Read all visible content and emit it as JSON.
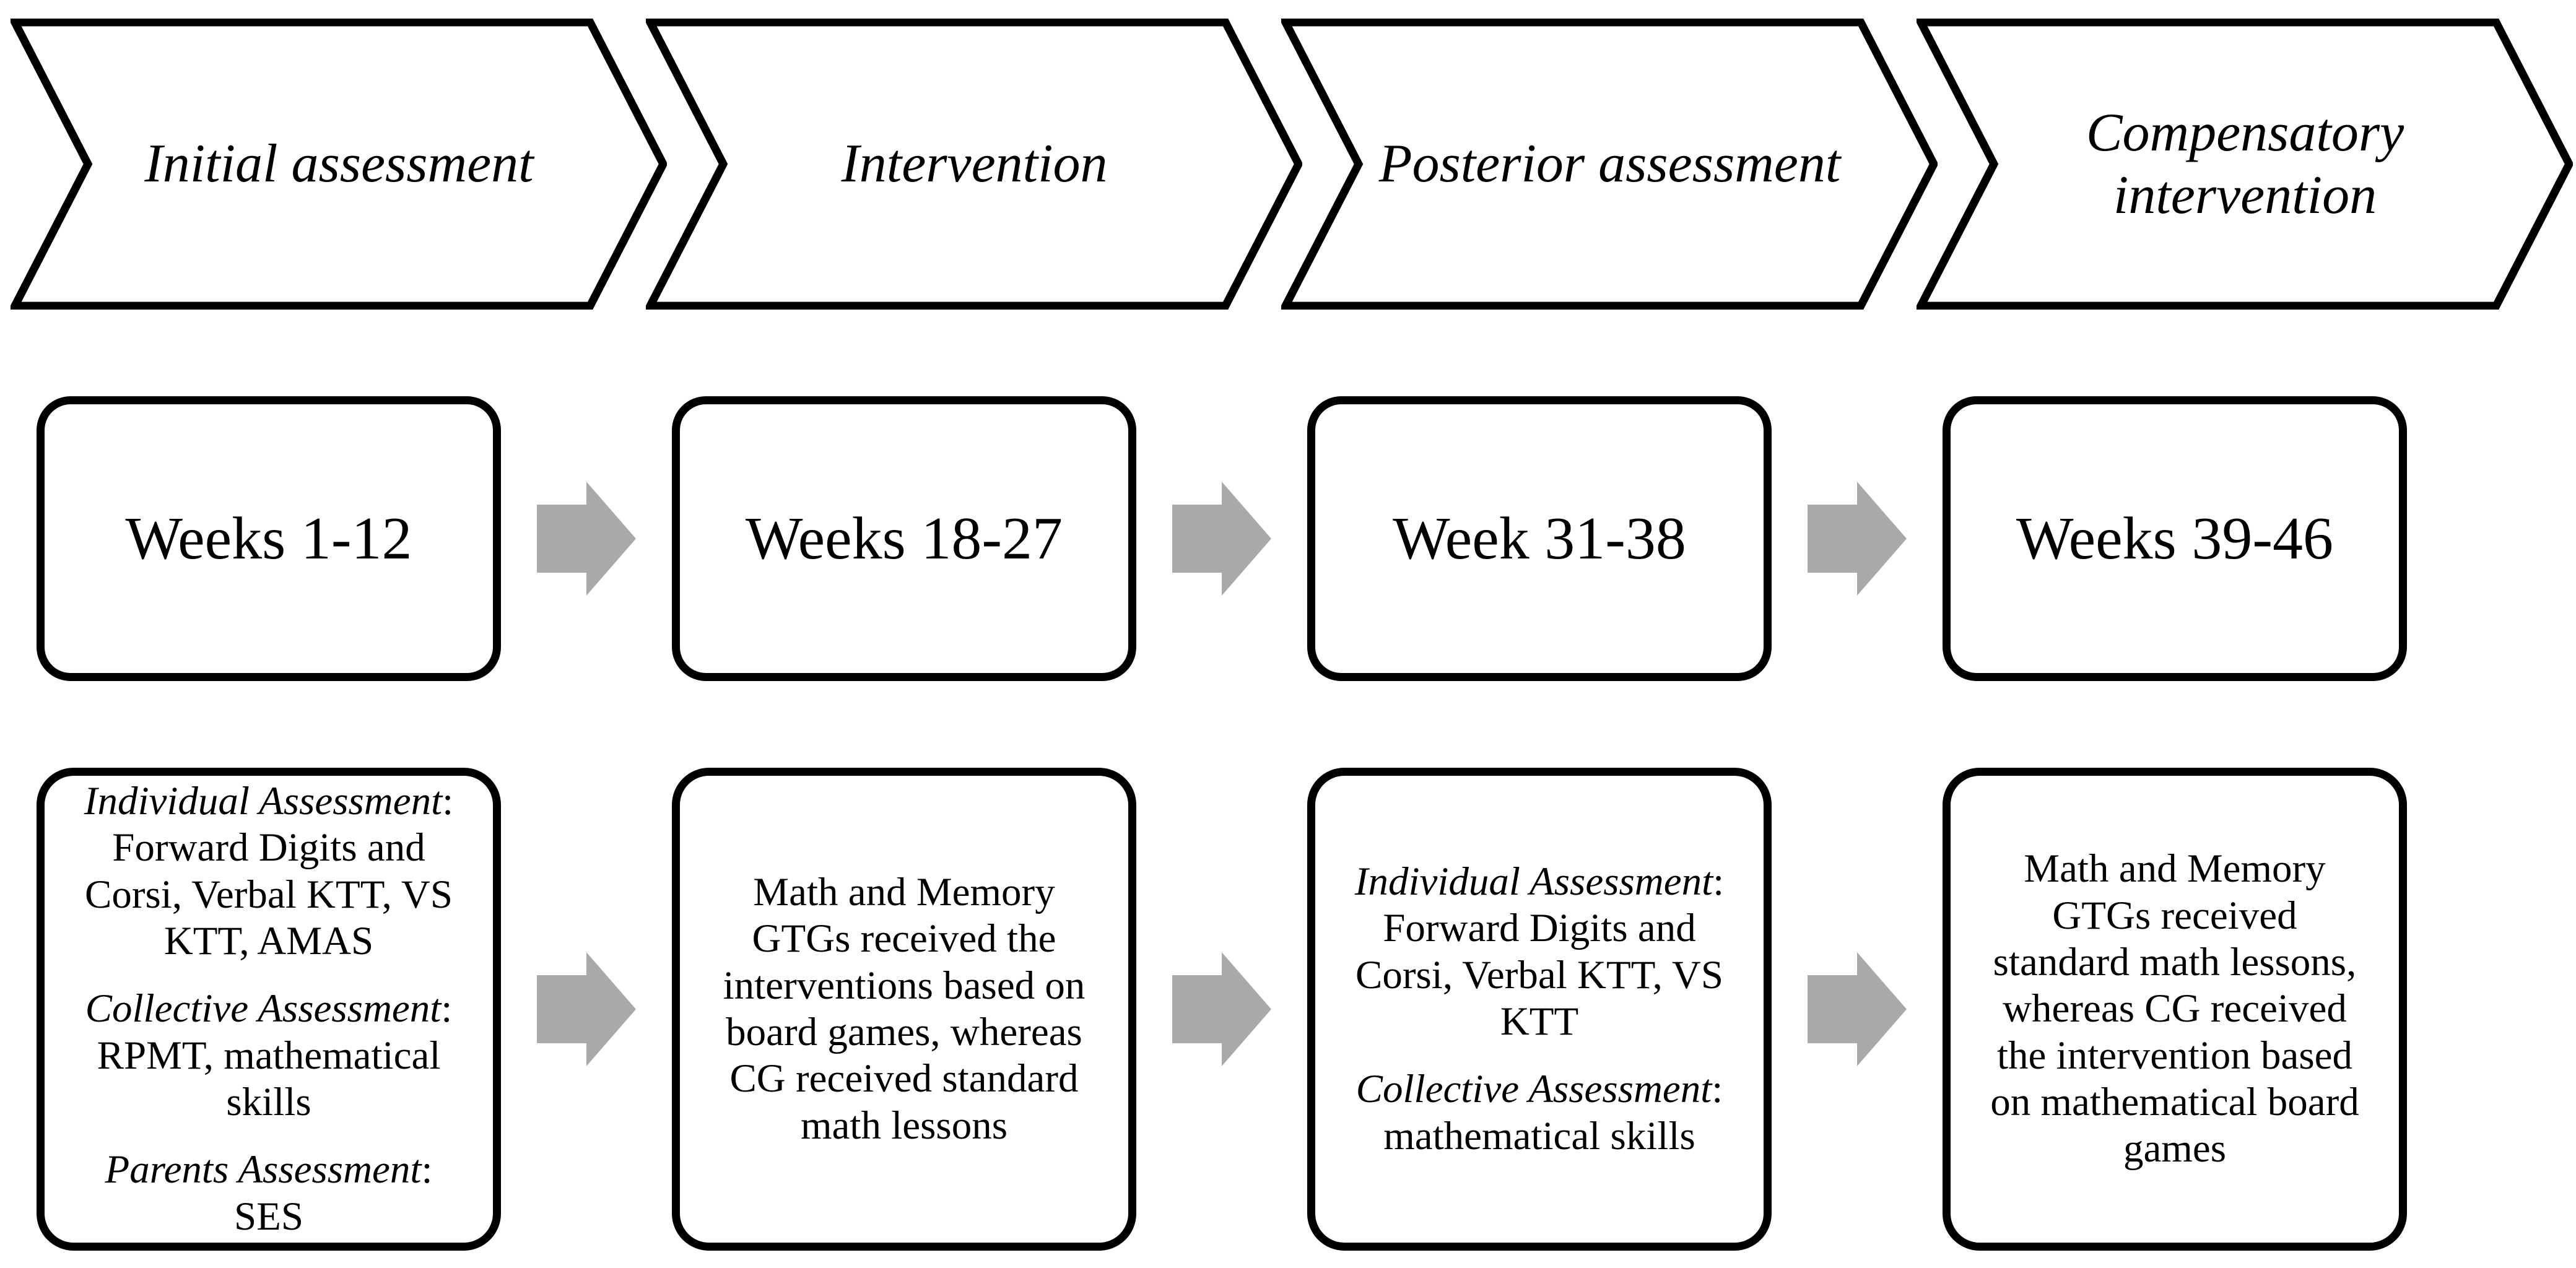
{
  "figure": {
    "type": "study-timeline-flow-diagram",
    "background_color": "#ffffff",
    "outline_color": "#000000",
    "arrow_color": "#a9a9a9"
  },
  "punctuation": {
    "colon": ":"
  },
  "phases": [
    {
      "header": "Initial assessment",
      "weeks": "Weeks 1-12",
      "details": [
        {
          "label": "Individual Assessment",
          "text": "Forward Digits and\nCorsi, Verbal KTT, VS\nKTT, AMAS"
        },
        {
          "label": "Collective Assessment",
          "text": "RPMT, mathematical\nskills"
        },
        {
          "label": "Parents Assessment",
          "text": "SES"
        }
      ]
    },
    {
      "header": "Intervention",
      "weeks": "Weeks 18-27",
      "details": [
        {
          "label": "",
          "text": "Math and Memory\nGTGs received the\ninterventions based on\nboard games, whereas\nCG received standard\nmath lessons"
        }
      ]
    },
    {
      "header": "Posterior assessment",
      "weeks": "Week 31-38",
      "details": [
        {
          "label": "Individual Assessment",
          "text": "Forward Digits and\nCorsi, Verbal KTT, VS\nKTT"
        },
        {
          "label": "Collective Assessment",
          "text": "mathematical skills"
        }
      ]
    },
    {
      "header": "Compensatory\nintervention",
      "weeks": "Weeks 39-46",
      "details": [
        {
          "label": "",
          "text": "Math and Memory\nGTGs received\nstandard math lessons,\nwhereas CG received\nthe intervention based\non mathematical board\ngames"
        }
      ]
    }
  ]
}
